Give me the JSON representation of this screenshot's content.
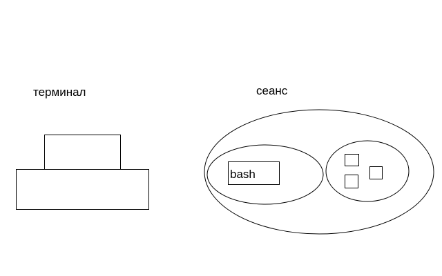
{
  "labels": {
    "terminal": "терминал",
    "session": "сеанс",
    "process": "bash"
  },
  "colors": {
    "background": "#ffffff",
    "stroke": "#000000",
    "text": "#000000"
  }
}
